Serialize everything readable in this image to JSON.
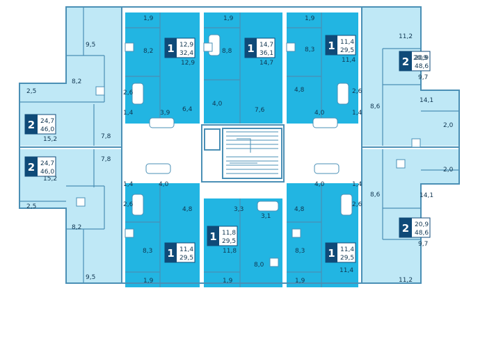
{
  "colors": {
    "living": "#bfe8f6",
    "one_room": "#22b5e2",
    "wall": "#4a8fb5",
    "badge": "#0f4a78"
  },
  "apartments": [
    {
      "rooms": "1",
      "living": "12,9",
      "total": "32,4"
    },
    {
      "rooms": "1",
      "living": "14,7",
      "total": "36,1"
    },
    {
      "rooms": "1",
      "living": "11,4",
      "total": "29,5"
    },
    {
      "rooms": "2",
      "living": "24,7",
      "total": "46,0"
    },
    {
      "rooms": "2",
      "living": "24,7",
      "total": "46,0"
    },
    {
      "rooms": "2",
      "living": "20,9",
      "total": "48,6"
    },
    {
      "rooms": "2",
      "living": "20,9",
      "total": "48,6"
    },
    {
      "rooms": "1",
      "living": "11,4",
      "total": "29,5"
    },
    {
      "rooms": "1",
      "living": "11,8",
      "total": "29,5"
    },
    {
      "rooms": "1",
      "living": "11,4",
      "total": "29,5"
    }
  ],
  "rooms": [
    "9,5",
    "1,9",
    "1,9",
    "1,9",
    "11,2",
    "8,2",
    "8,8",
    "8,3",
    "20,9",
    "12,9",
    "14,7",
    "11,4",
    "9,7",
    "8,2",
    "2,5",
    "2,6",
    "4,8",
    "14,1",
    "6,4",
    "4,0",
    "7,6",
    "2,6",
    "8,6",
    "1,4",
    "3,9",
    "4,0",
    "1,4",
    "2,0",
    "15,2",
    "7,8",
    "7,8",
    "2,0",
    "1,4",
    "4,0",
    "4,0",
    "1,4",
    "14,1",
    "15,2",
    "2,6",
    "4,8",
    "2,6",
    "8,6",
    "2,5",
    "3,3",
    "3,1",
    "4,8",
    "9,7",
    "8,2",
    "8,3",
    "11,8",
    "8,3",
    "8,0",
    "11,4",
    "9,5",
    "1,9",
    "1,9",
    "1,9",
    "11,2"
  ]
}
